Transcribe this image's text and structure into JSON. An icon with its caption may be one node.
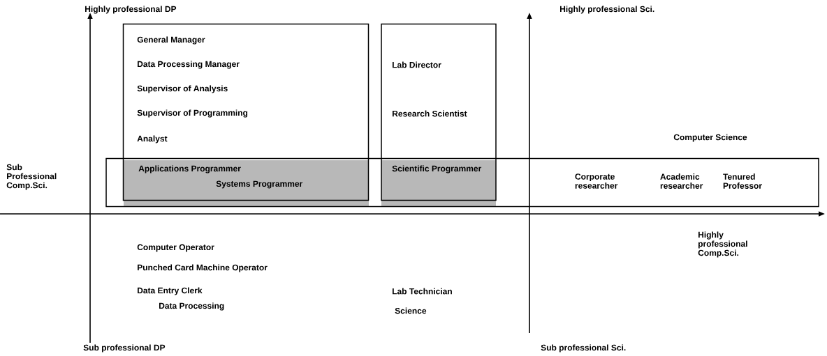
{
  "diagram": {
    "nodes": [
      {
        "text": [],
        "shape": "box"
      },
      {
        "text": [],
        "shape": "box"
      },
      {
        "text": [
          "Computer Science",
          "Corporate researcher",
          "Academic researcher",
          "Tenured Professor"
        ]
      }
    ],
    "edges": [],
    "labels": [
      "Highly professional DP",
      "Highly professional Sci.",
      "General Manager",
      "Data Processing Manager",
      "Lab Director",
      "Supervisor of Analysis",
      "Supervisor of Programming",
      "Research Scientist",
      "Analyst",
      "Sub Professional Comp.Sci.",
      "Applications Programmer",
      "Scientific Programmer",
      "Systems Programmer",
      "Highly professional Comp.Sci.",
      "Computer Operator",
      "Punched Card Machine Operator",
      "Data Entry Clerk",
      "Lab Technician",
      "Data Processing",
      "Science",
      "Sub professional DP",
      "Sub professional Sci."
    ]
  }
}
